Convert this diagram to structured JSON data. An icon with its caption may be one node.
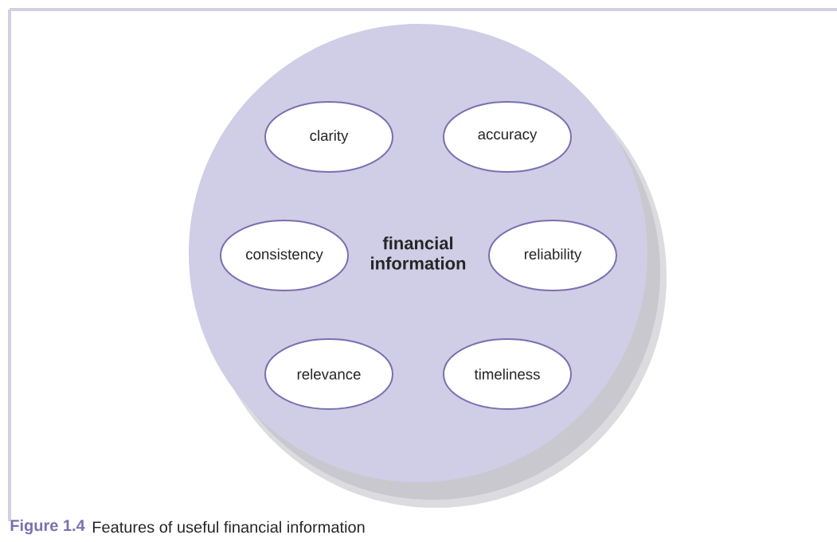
{
  "diagram": {
    "caption": "Features of useful financial information",
    "nodes": [
      {
        "text": [
          "financial information"
        ]
      },
      {
        "text": [
          "clarity"
        ],
        "in": 0
      },
      {
        "text": [
          "accuracy"
        ],
        "in": 0
      },
      {
        "text": [
          "consistency"
        ],
        "in": 0
      },
      {
        "text": [
          "reliability"
        ],
        "in": 0
      },
      {
        "text": [
          "relevance"
        ],
        "in": 0
      },
      {
        "text": [
          "timeliness"
        ],
        "in": 0
      }
    ],
    "labels": [
      "Figure 1.4"
    ]
  }
}
